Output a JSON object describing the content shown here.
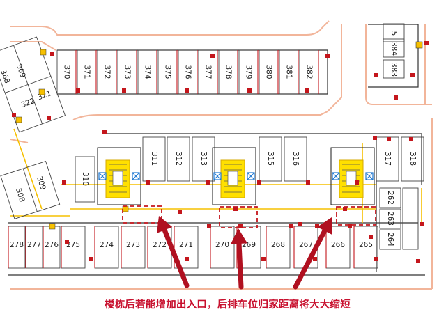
{
  "colors": {
    "caption": "#c8102e",
    "arrow": "#b01020",
    "wall": "#f2b59a",
    "stall_line": "#444444",
    "red_marker": "#c4161c",
    "yellow_line": "#f6c000",
    "dashed_box": "#c4161c",
    "stair_fill": "#ffe000",
    "elevator": "#1f78d1"
  },
  "slots": {
    "top_row": [
      "370",
      "371",
      "372",
      "373",
      "374",
      "375",
      "376",
      "377",
      "378",
      "379",
      "380",
      "381",
      "382"
    ],
    "mid_row": [
      "311",
      "312",
      "313",
      "315",
      "316",
      "317",
      "318"
    ],
    "bottom_row": [
      "278",
      "277",
      "276",
      "275",
      "274",
      "273",
      "272",
      "271",
      "270",
      "269",
      "268",
      "267",
      "266",
      "265"
    ],
    "left_upper": [
      "369",
      "368",
      "321",
      "322"
    ],
    "left_mid": [
      "310"
    ],
    "left_lower": [
      "308",
      "309"
    ],
    "right_col": [
      "262",
      "263",
      "264"
    ],
    "top_right": [
      "5",
      "384",
      "383"
    ]
  },
  "icons": [
    "stair-core-icon",
    "elevator-icon",
    "red-arrow-icon",
    "proposed-entrance-box"
  ],
  "caption": "楼栋后若能增加出入口，后排车位归家距离将大大缩短"
}
